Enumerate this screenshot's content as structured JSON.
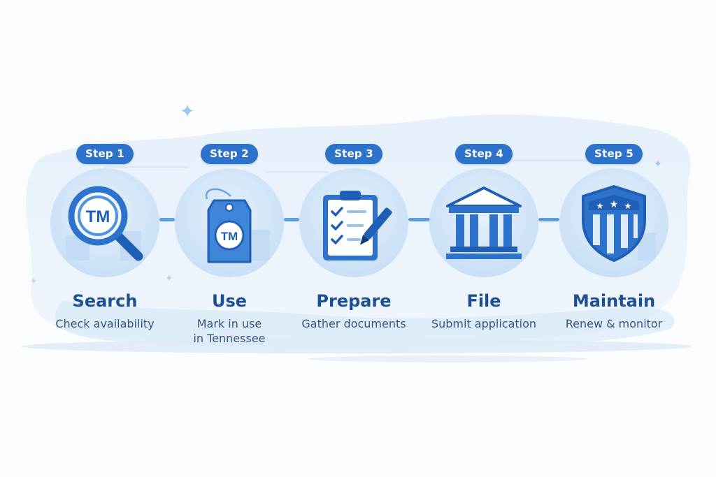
{
  "colors": {
    "accent": "#2d73cc",
    "title": "#1c4f93",
    "text": "#36567f",
    "circle": "#cfe3f7",
    "connector": "#5e9fe0"
  },
  "steps": [
    {
      "badge": "Step 1",
      "title": "Search",
      "desc_lines": [
        "Check availability"
      ],
      "icon": "magnifier-tm-icon",
      "icon_text": "TM"
    },
    {
      "badge": "Step 2",
      "title": "Use",
      "desc_lines": [
        "Mark in use",
        "in Tennessee"
      ],
      "icon": "tm-tag-icon",
      "icon_text": "TM"
    },
    {
      "badge": "Step 3",
      "title": "Prepare",
      "desc_lines": [
        "Gather documents"
      ],
      "icon": "clipboard-checklist-icon"
    },
    {
      "badge": "Step 4",
      "title": "File",
      "desc_lines": [
        "Submit application"
      ],
      "icon": "government-building-icon"
    },
    {
      "badge": "Step 5",
      "title": "Maintain",
      "desc_lines": [
        "Renew & monitor"
      ],
      "icon": "shield-stars-icon"
    }
  ]
}
